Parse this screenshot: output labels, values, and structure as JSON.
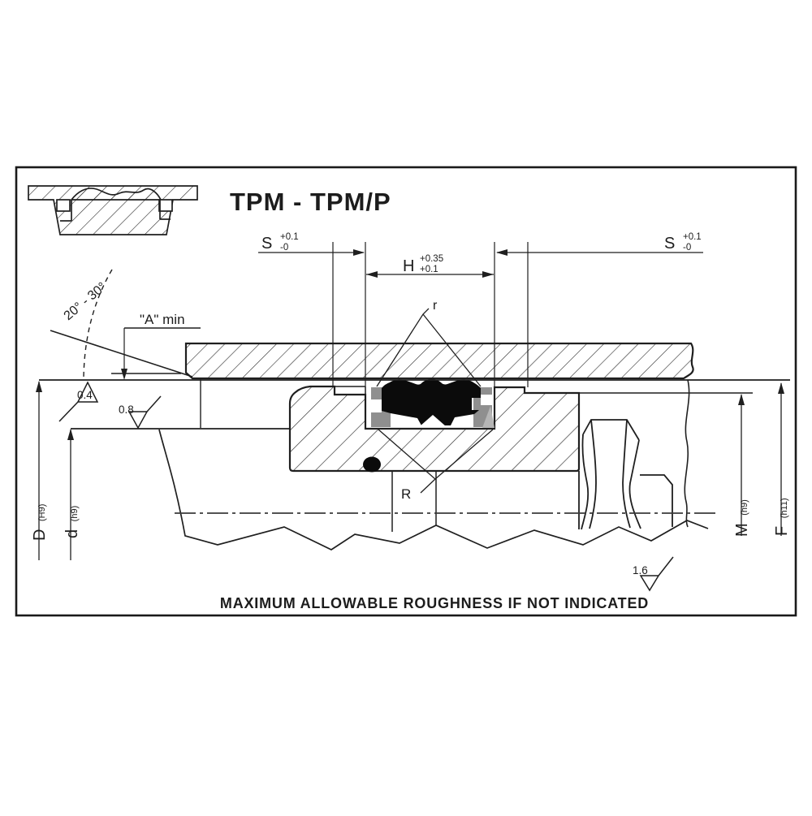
{
  "header": {
    "title": "TPM - TPM/P"
  },
  "icon": {
    "name": "seal-cross-section"
  },
  "dims": {
    "s_left": {
      "letter": "S",
      "upper": "+0.1",
      "lower": "-0"
    },
    "s_right": {
      "letter": "S",
      "upper": "+0.1",
      "lower": "-0"
    },
    "h": {
      "letter": "H",
      "upper": "+0.35",
      "lower": "+0.1"
    },
    "a_min": "\"A\" min",
    "angle": "20° - 30°",
    "radius_small": "r",
    "radius_large": "R",
    "bore": {
      "letter": "D",
      "fit": "(H9)"
    },
    "rod": {
      "letter": "d",
      "fit": "(h9)"
    },
    "metal": {
      "letter": "M",
      "fit": "(h9)"
    },
    "flange": {
      "letter": "F",
      "fit": "(h11)"
    }
  },
  "roughness": {
    "bore": "0.4",
    "rod": "0.8",
    "general": "1.6"
  },
  "footer": {
    "note": "MAXIMUM ALLOWABLE ROUGHNESS IF NOT INDICATED"
  },
  "colors": {
    "line": "#1f1f1f",
    "seal": "#0b0b0b",
    "backup_ring": "#8f8f8f",
    "backup_ring_light": "#b5b5b5",
    "background": "#ffffff"
  }
}
